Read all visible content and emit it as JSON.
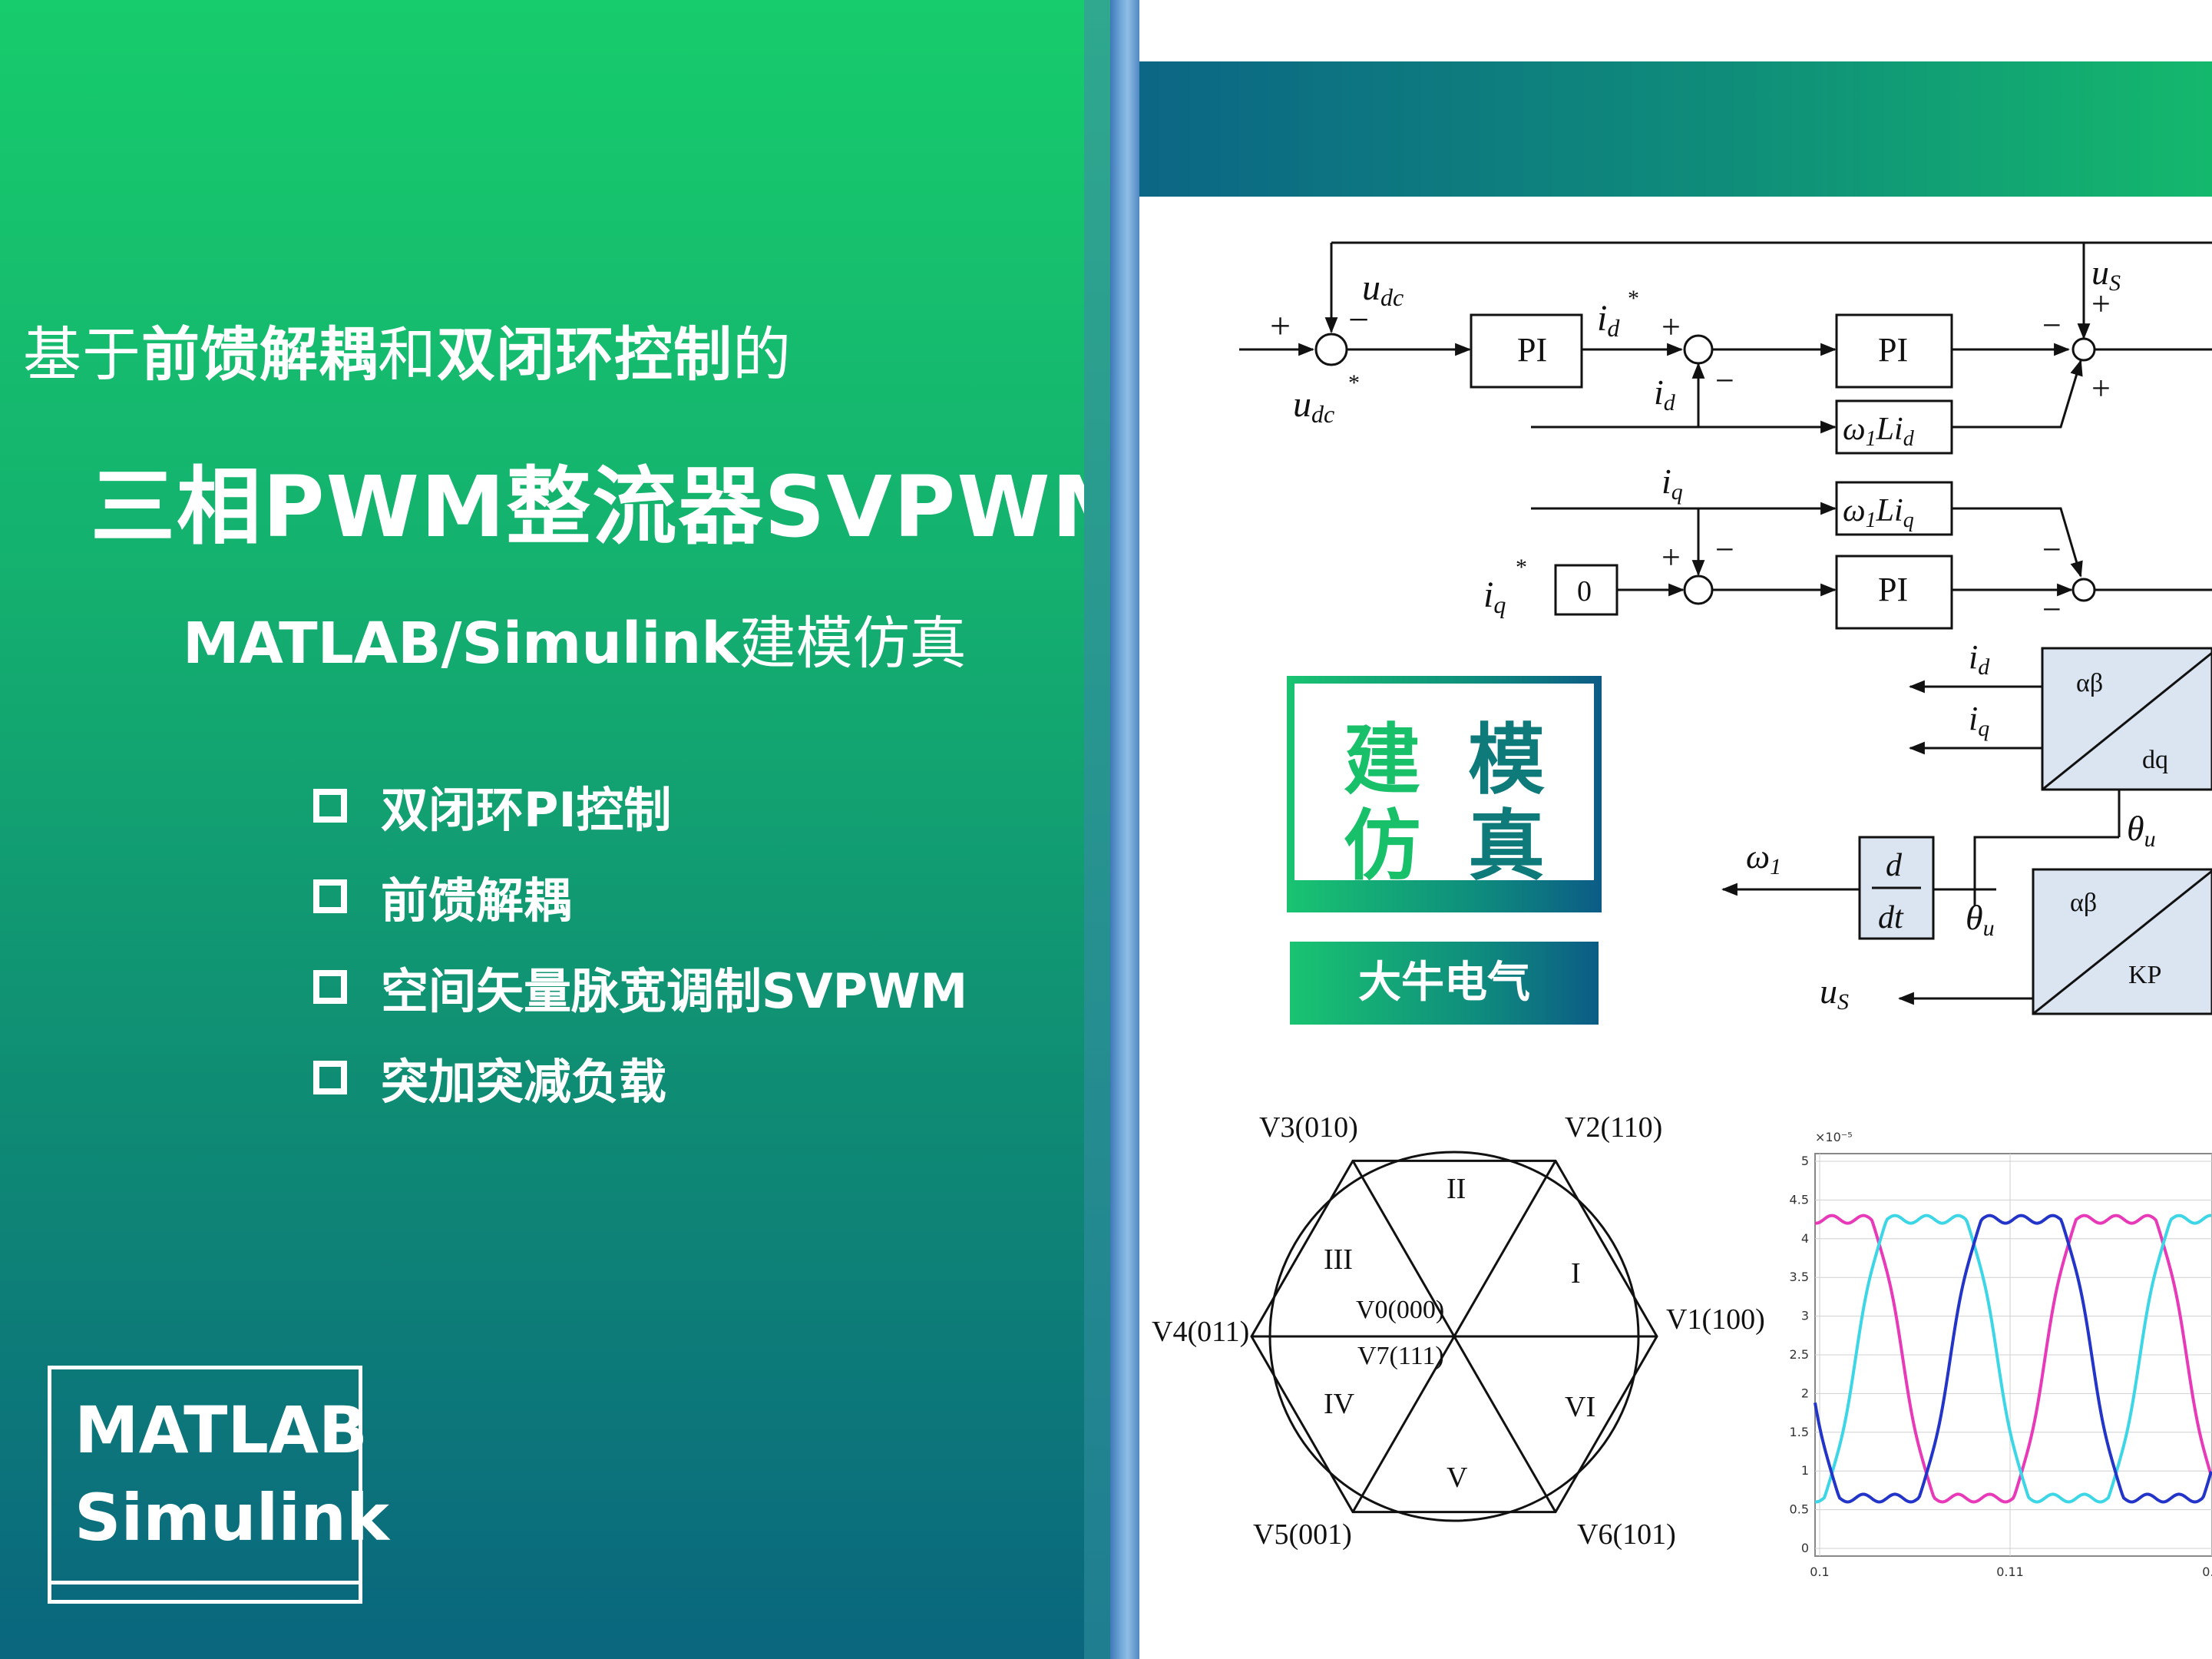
{
  "left": {
    "subtitle": {
      "pre": "基于",
      "bold1": "前馈解耦",
      "mid": "和",
      "bold2": "双闭环控制",
      "post": "的"
    },
    "title": "三相PWM整流器SVPWM",
    "tool": {
      "bold": "MATLAB/Simulink",
      "light": "建模仿真"
    },
    "features": [
      "双闭环PI控制",
      "前馈解耦",
      "空间矢量脉宽调制SVPWM",
      "突加突减负载"
    ],
    "badge": {
      "line1": "MATLAB",
      "line2": "Simulink"
    }
  },
  "promo": {
    "c1": "建",
    "c2": "模",
    "c3": "仿",
    "c4": "真",
    "brand": "大牛电气"
  },
  "block_diagram": {
    "udc": "u",
    "udc_sub": "dc",
    "star": "*",
    "pi": "PI",
    "zero": "0",
    "id": "i",
    "id_sub": "d",
    "iq": "i",
    "iq_sub": "q",
    "us": "u",
    "us_sub": "S",
    "omega": "ω",
    "omega_sub": "1",
    "omega_li": "Li",
    "plus": "+",
    "minus": "−",
    "ab": "αβ",
    "dq": "dq",
    "kp": "KP",
    "theta": "θ",
    "theta_sub": "u",
    "d": "d",
    "dt": "dt"
  },
  "hexagon": {
    "vectors": [
      "V3(010)",
      "V2(110)",
      "V4(011)",
      "V1(100)",
      "V5(001)",
      "V6(101)"
    ],
    "v0": "V0(000)",
    "v7": "V7(111)",
    "sectors": [
      "I",
      "II",
      "III",
      "IV",
      "V",
      "VI"
    ]
  },
  "chart_data": {
    "type": "line",
    "multiplier": "×10⁻⁵",
    "ylim": [
      0,
      5
    ],
    "yticks": [
      "5",
      "4.5",
      "4",
      "3.5",
      "3",
      "2.5",
      "2",
      "1.5",
      "1",
      "0.5",
      "0"
    ],
    "xticks": [
      "0.1",
      "0.11",
      "0.1"
    ],
    "colors": {
      "magenta": "#e83ab8",
      "cyan": "#3cd6e6",
      "blue": "#2334c8"
    }
  }
}
